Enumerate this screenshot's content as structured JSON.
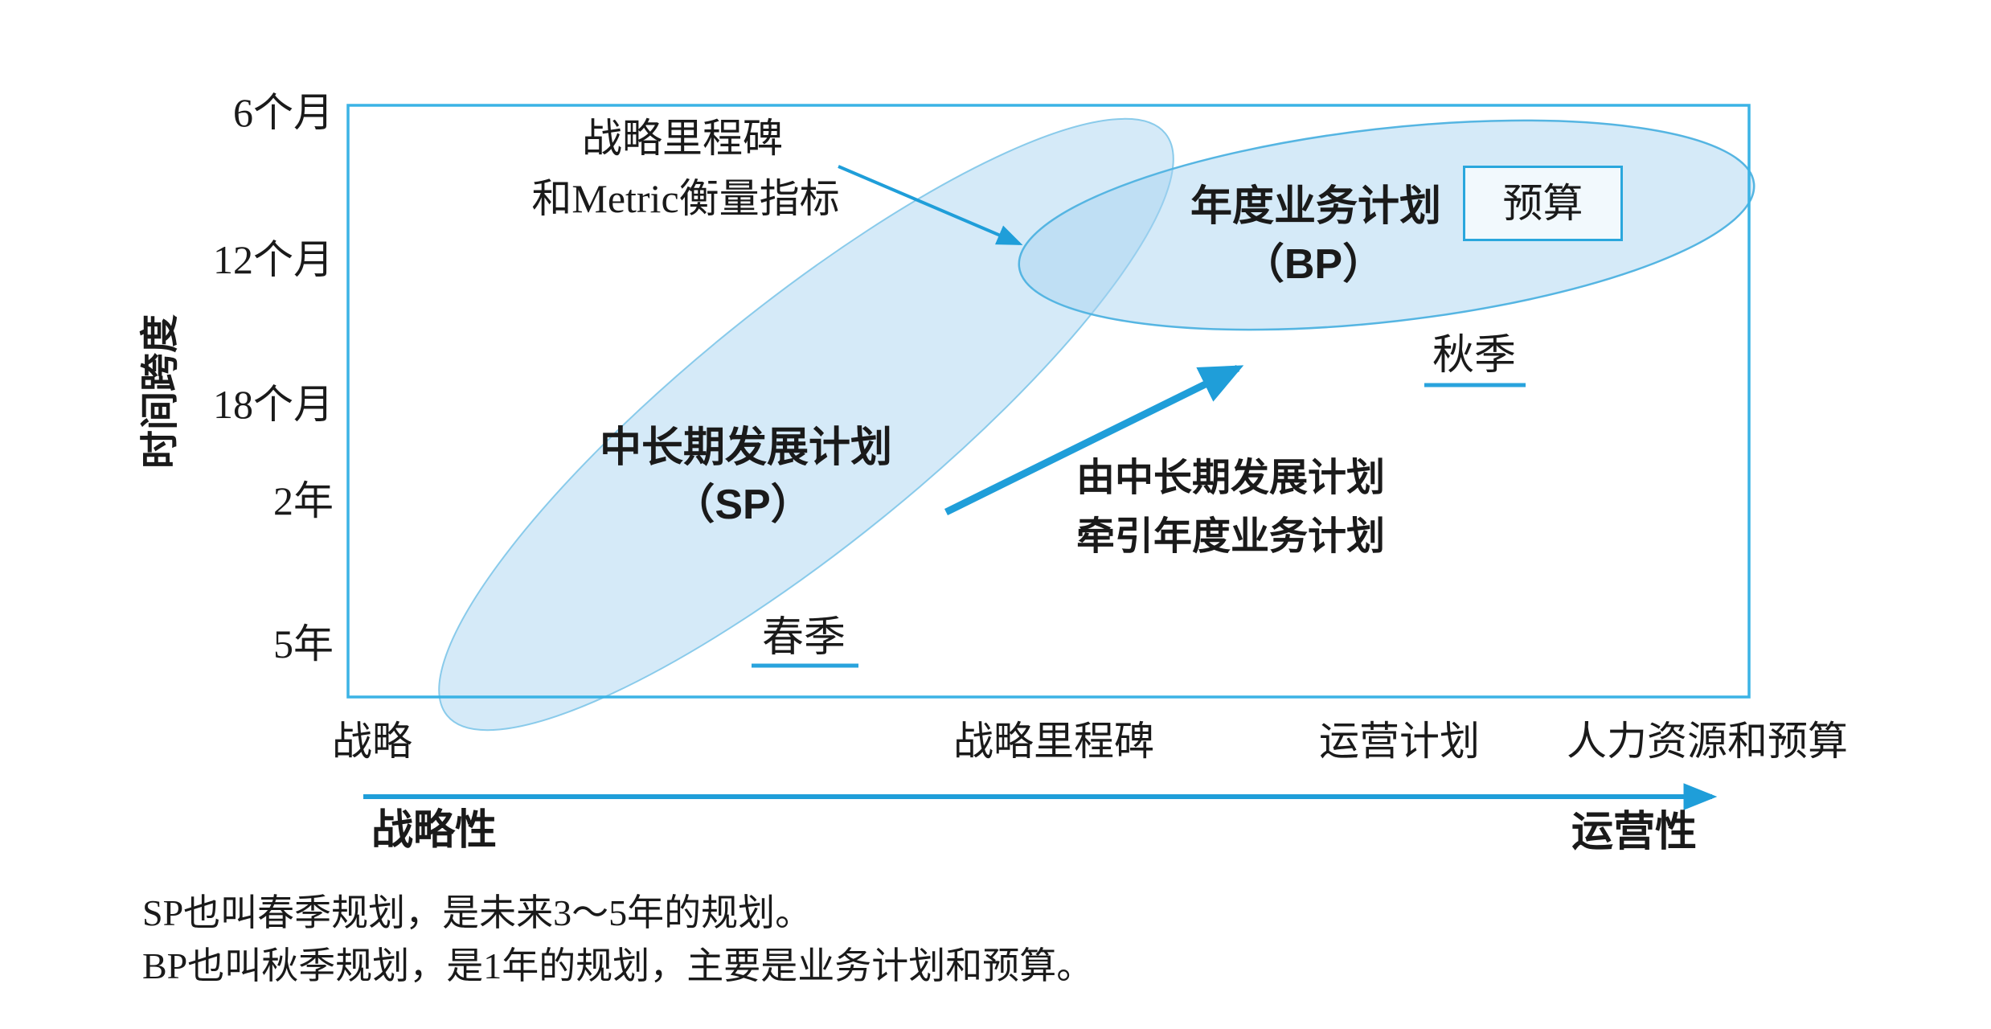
{
  "diagram": {
    "y_axis": {
      "label": "时间跨度",
      "ticks": [
        "6个月",
        "12个月",
        "18个月",
        "2年",
        "5年"
      ]
    },
    "x_axis": {
      "labels": [
        "战略",
        "战略里程碑",
        "运营计划",
        "人力资源和预算"
      ],
      "left_pole": "战略性",
      "right_pole": "运营性"
    },
    "sp_ellipse": {
      "title": "中长期发展计划",
      "subtitle": "（SP）",
      "season": "春季"
    },
    "bp_ellipse": {
      "title": "年度业务计划",
      "subtitle": "（BP）",
      "season": "秋季",
      "budget_label": "预算"
    },
    "annotations": {
      "milestone_line1": "战略里程碑",
      "milestone_line2": "和Metric衡量指标",
      "drive_line1": "由中长期发展计划",
      "drive_line2": "牵引年度业务计划"
    },
    "footnotes": [
      "SP也叫春季规划，是未来3～5年的规划。",
      "BP也叫秋季规划，是1年的规划，主要是业务计划和预算。"
    ],
    "colors": {
      "line_blue": "#1f9ed9",
      "border_blue": "#3bb3e5",
      "ellipse_fill": "rgba(167,212,241,0.48)",
      "ellipse_stroke_sp": "rgba(120,195,232,0.85)",
      "ellipse_stroke_bp": "#55b5e2",
      "text": "#1a1a1a"
    }
  }
}
